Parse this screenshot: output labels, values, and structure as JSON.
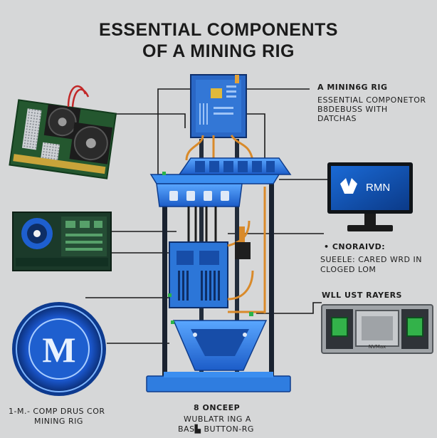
{
  "title": {
    "line1": "ESSENTIAL COMPONENTS",
    "line2": "OF A MINING RIG"
  },
  "labels": {
    "top_right_heading": "A MININ6G RIG",
    "top_right_line1": "ESSENTIAL COMPONETOR",
    "top_right_line2": "B8DEBUSS WITH",
    "top_right_line3": "DATCHAS",
    "mid_right_heading": "• CNORAIVD:",
    "mid_right_line1": "SUEELE: CARED WRD IN",
    "mid_right_line2": "CLOGED LOM",
    "lower_right_heading": "WLL UST RAYERS",
    "bottom_left_line1": "1-M.- COMP DRUS COR",
    "bottom_left_line2": "MINING RIG",
    "bottom_center_line1": "8 ONCEEP",
    "bottom_center_line2": "WUBLATR ING A",
    "bottom_center_line3": "BAS▙ BUTTON-RG"
  },
  "monitor": {
    "text": "RMN"
  },
  "coin": {
    "letter": "M"
  },
  "gpu_card": {
    "label": "NVMax"
  },
  "colors": {
    "background": "#d6d7d8",
    "frame_blue": "#2f7de0",
    "frame_dark": "#16202e",
    "cable_orange": "#d98a2a",
    "board_green": "#1f5a30",
    "accent_green": "#2ab34a"
  }
}
